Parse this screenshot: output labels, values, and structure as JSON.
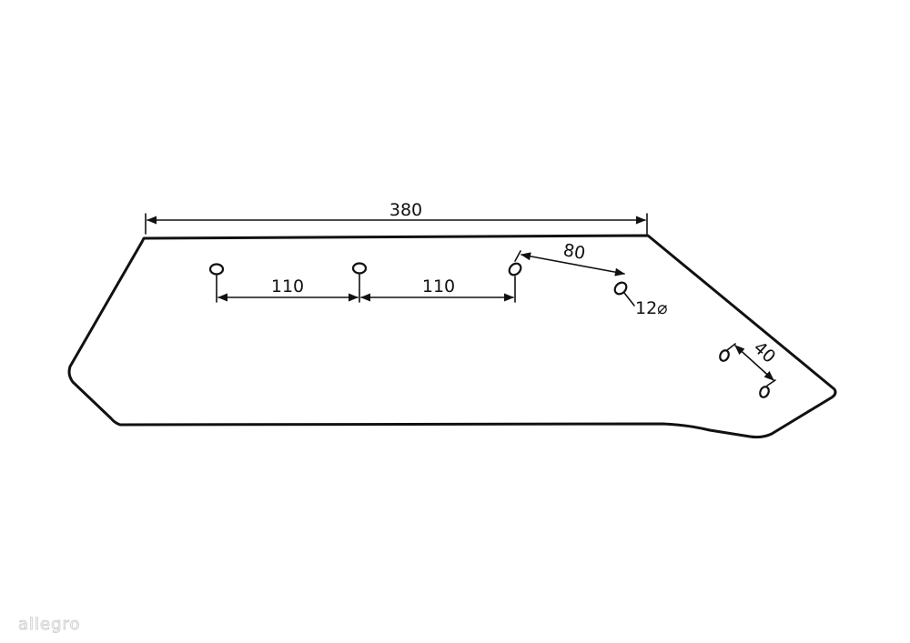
{
  "drawing": {
    "dimensions": {
      "overall_length": "380",
      "hole_spacing_1": "110",
      "hole_spacing_2": "110",
      "diagonal_spacing_1": "80",
      "diagonal_spacing_2": "40",
      "hole_diameter": "12⌀"
    }
  },
  "watermark": {
    "text": "allegro"
  },
  "colors": {
    "line": "#111111",
    "background": "#ffffff",
    "watermark": "#c9c9c9"
  }
}
